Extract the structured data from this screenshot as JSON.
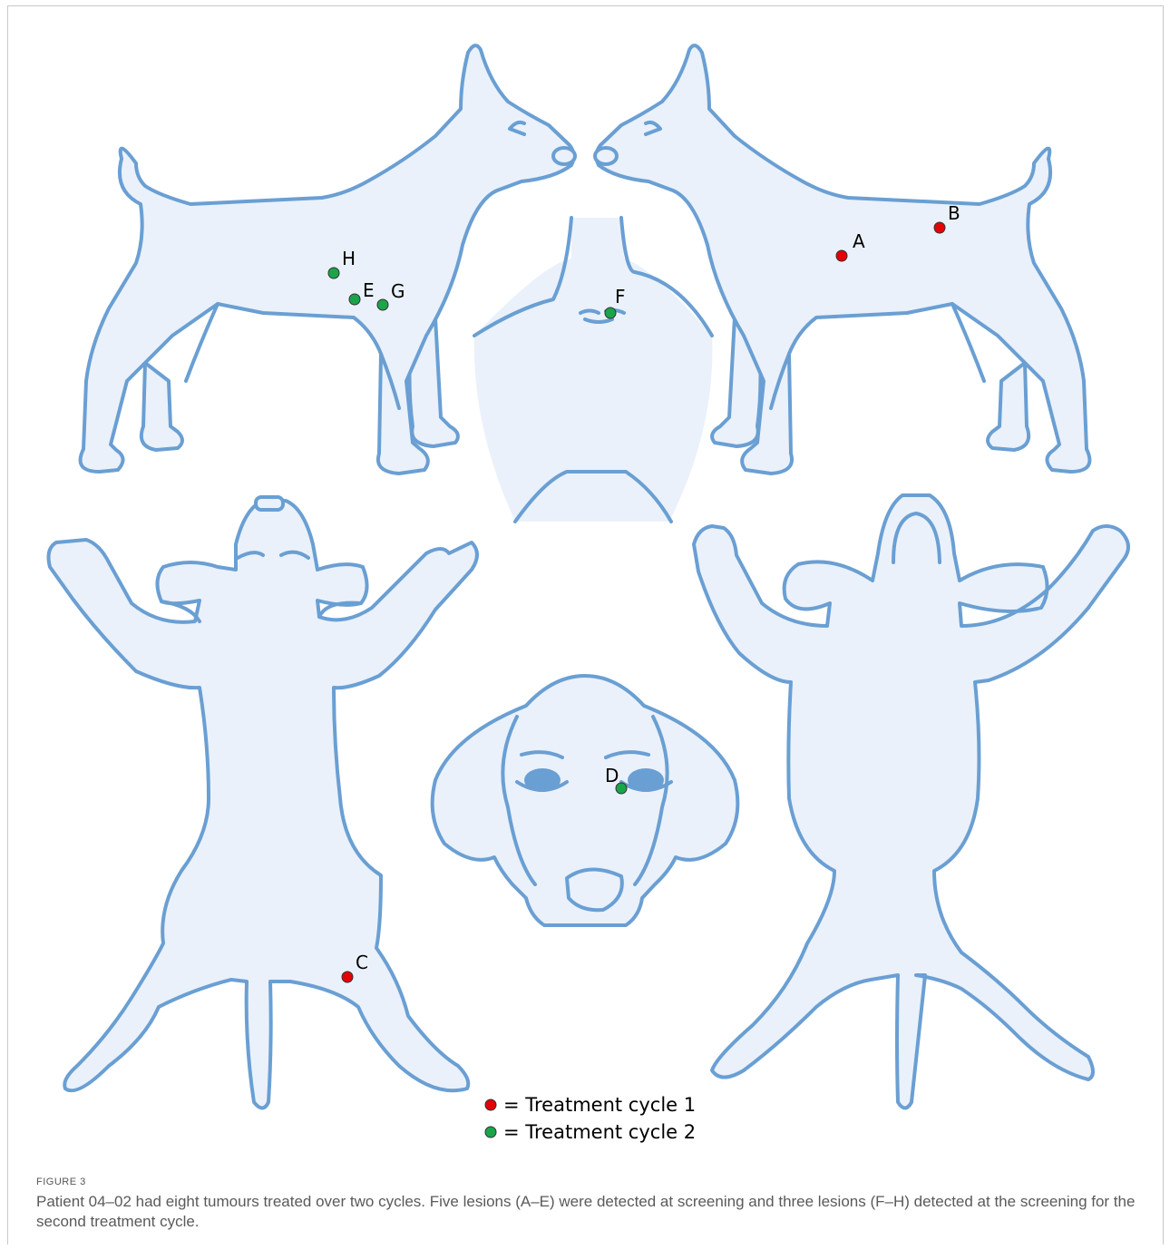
{
  "figure": {
    "label": "FIGURE 3",
    "caption": "Patient 04–02 had eight tumours treated over two cycles. Five lesions (A–E) were detected at screening and three lesions (F–H) detected at the screening for the second treatment cycle."
  },
  "colors": {
    "outline": "#6a9fd3",
    "body_fill": "#eaf1fa",
    "cycle_1": "#e60000",
    "cycle_2": "#1aa54a"
  },
  "legend": [
    {
      "marker": "red-dot",
      "text": "= Treatment cycle 1"
    },
    {
      "marker": "green-dot",
      "text": "= Treatment cycle 2"
    }
  ],
  "lesions": [
    {
      "label": "A",
      "view": "right-lateral",
      "cycle": 1
    },
    {
      "label": "B",
      "view": "right-lateral",
      "cycle": 1
    },
    {
      "label": "C",
      "view": "ventral",
      "cycle": 1
    },
    {
      "label": "D",
      "view": "face",
      "cycle": 2
    },
    {
      "label": "E",
      "view": "left-lateral",
      "cycle": 2
    },
    {
      "label": "F",
      "view": "chest",
      "cycle": 2
    },
    {
      "label": "G",
      "view": "left-lateral",
      "cycle": 2
    },
    {
      "label": "H",
      "view": "left-lateral",
      "cycle": 2
    }
  ]
}
